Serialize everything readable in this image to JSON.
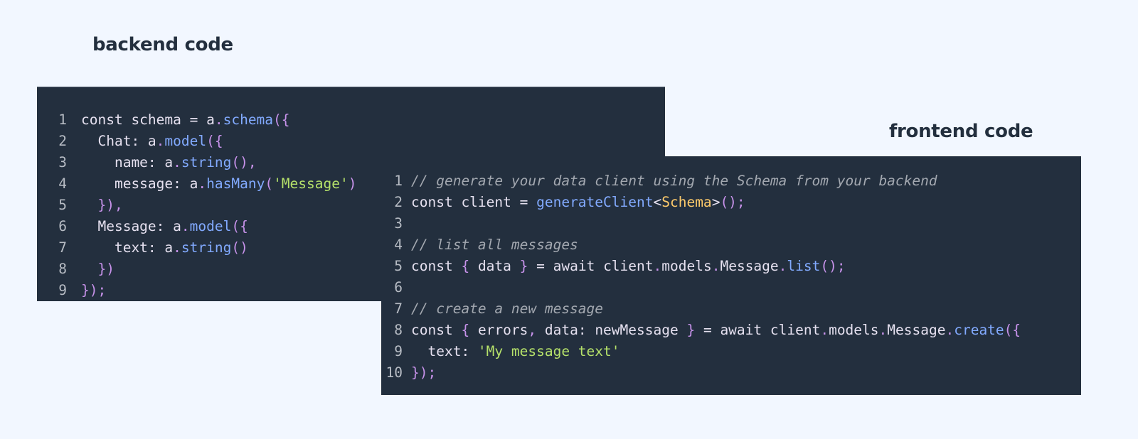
{
  "headings": {
    "backend": "backend code",
    "frontend": "frontend code"
  },
  "colors": {
    "page_background": "#f2f7ff",
    "panel_background": "#232f3e",
    "heading_text": "#232f3e",
    "plain_text": "#e6e1f0",
    "punctuation": "#c792ea",
    "function": "#82aaff",
    "string": "#b5e16a",
    "type": "#ffcb6b",
    "comment": "#a3a8b0",
    "line_number": "#b7bcc4"
  },
  "backend": {
    "lines": [
      {
        "n": "1",
        "tokens": [
          [
            "plain",
            "const schema = a"
          ],
          [
            "punc",
            "."
          ],
          [
            "func",
            "schema"
          ],
          [
            "punc",
            "({"
          ]
        ]
      },
      {
        "n": "2",
        "tokens": [
          [
            "plain",
            "  Chat: a"
          ],
          [
            "punc",
            "."
          ],
          [
            "func",
            "model"
          ],
          [
            "punc",
            "({"
          ]
        ]
      },
      {
        "n": "3",
        "tokens": [
          [
            "plain",
            "    name: a"
          ],
          [
            "punc",
            "."
          ],
          [
            "func",
            "string"
          ],
          [
            "punc",
            "(),"
          ]
        ]
      },
      {
        "n": "4",
        "tokens": [
          [
            "plain",
            "    message: a"
          ],
          [
            "punc",
            "."
          ],
          [
            "func",
            "hasMany"
          ],
          [
            "punc",
            "("
          ],
          [
            "str",
            "'Message'"
          ],
          [
            "punc",
            ")"
          ]
        ]
      },
      {
        "n": "5",
        "tokens": [
          [
            "punc",
            "  }),"
          ]
        ]
      },
      {
        "n": "6",
        "tokens": [
          [
            "plain",
            "  Message: a"
          ],
          [
            "punc",
            "."
          ],
          [
            "func",
            "model"
          ],
          [
            "punc",
            "({"
          ]
        ]
      },
      {
        "n": "7",
        "tokens": [
          [
            "plain",
            "    text: a"
          ],
          [
            "punc",
            "."
          ],
          [
            "func",
            "string"
          ],
          [
            "punc",
            "()"
          ]
        ]
      },
      {
        "n": "8",
        "tokens": [
          [
            "punc",
            "  })"
          ]
        ]
      },
      {
        "n": "9",
        "tokens": [
          [
            "punc",
            "});"
          ]
        ]
      }
    ]
  },
  "frontend": {
    "lines": [
      {
        "n": "1",
        "tokens": [
          [
            "comment",
            "// generate your data client using the Schema from your backend"
          ]
        ]
      },
      {
        "n": "2",
        "tokens": [
          [
            "plain",
            "const client = "
          ],
          [
            "func",
            "generateClient"
          ],
          [
            "plain",
            "<"
          ],
          [
            "type",
            "Schema"
          ],
          [
            "plain",
            ">"
          ],
          [
            "punc",
            "();"
          ]
        ]
      },
      {
        "n": "3",
        "tokens": []
      },
      {
        "n": "4",
        "tokens": [
          [
            "comment",
            "// list all messages"
          ]
        ]
      },
      {
        "n": "5",
        "tokens": [
          [
            "plain",
            "const "
          ],
          [
            "punc",
            "{"
          ],
          [
            "plain",
            " data "
          ],
          [
            "punc",
            "}"
          ],
          [
            "plain",
            " = await client"
          ],
          [
            "punc",
            "."
          ],
          [
            "plain",
            "models"
          ],
          [
            "punc",
            "."
          ],
          [
            "plain",
            "Message"
          ],
          [
            "punc",
            "."
          ],
          [
            "func",
            "list"
          ],
          [
            "punc",
            "();"
          ]
        ]
      },
      {
        "n": "6",
        "tokens": []
      },
      {
        "n": "7",
        "tokens": [
          [
            "comment",
            "// create a new message"
          ]
        ]
      },
      {
        "n": "8",
        "tokens": [
          [
            "plain",
            "const "
          ],
          [
            "punc",
            "{"
          ],
          [
            "plain",
            " errors"
          ],
          [
            "punc",
            ","
          ],
          [
            "plain",
            " data: newMessage "
          ],
          [
            "punc",
            "}"
          ],
          [
            "plain",
            " = await client"
          ],
          [
            "punc",
            "."
          ],
          [
            "plain",
            "models"
          ],
          [
            "punc",
            "."
          ],
          [
            "plain",
            "Message"
          ],
          [
            "punc",
            "."
          ],
          [
            "func",
            "create"
          ],
          [
            "punc",
            "({"
          ]
        ]
      },
      {
        "n": "9",
        "tokens": [
          [
            "plain",
            "  text: "
          ],
          [
            "str",
            "'My message text'"
          ]
        ]
      },
      {
        "n": "10",
        "tokens": [
          [
            "punc",
            "});"
          ]
        ]
      }
    ]
  }
}
